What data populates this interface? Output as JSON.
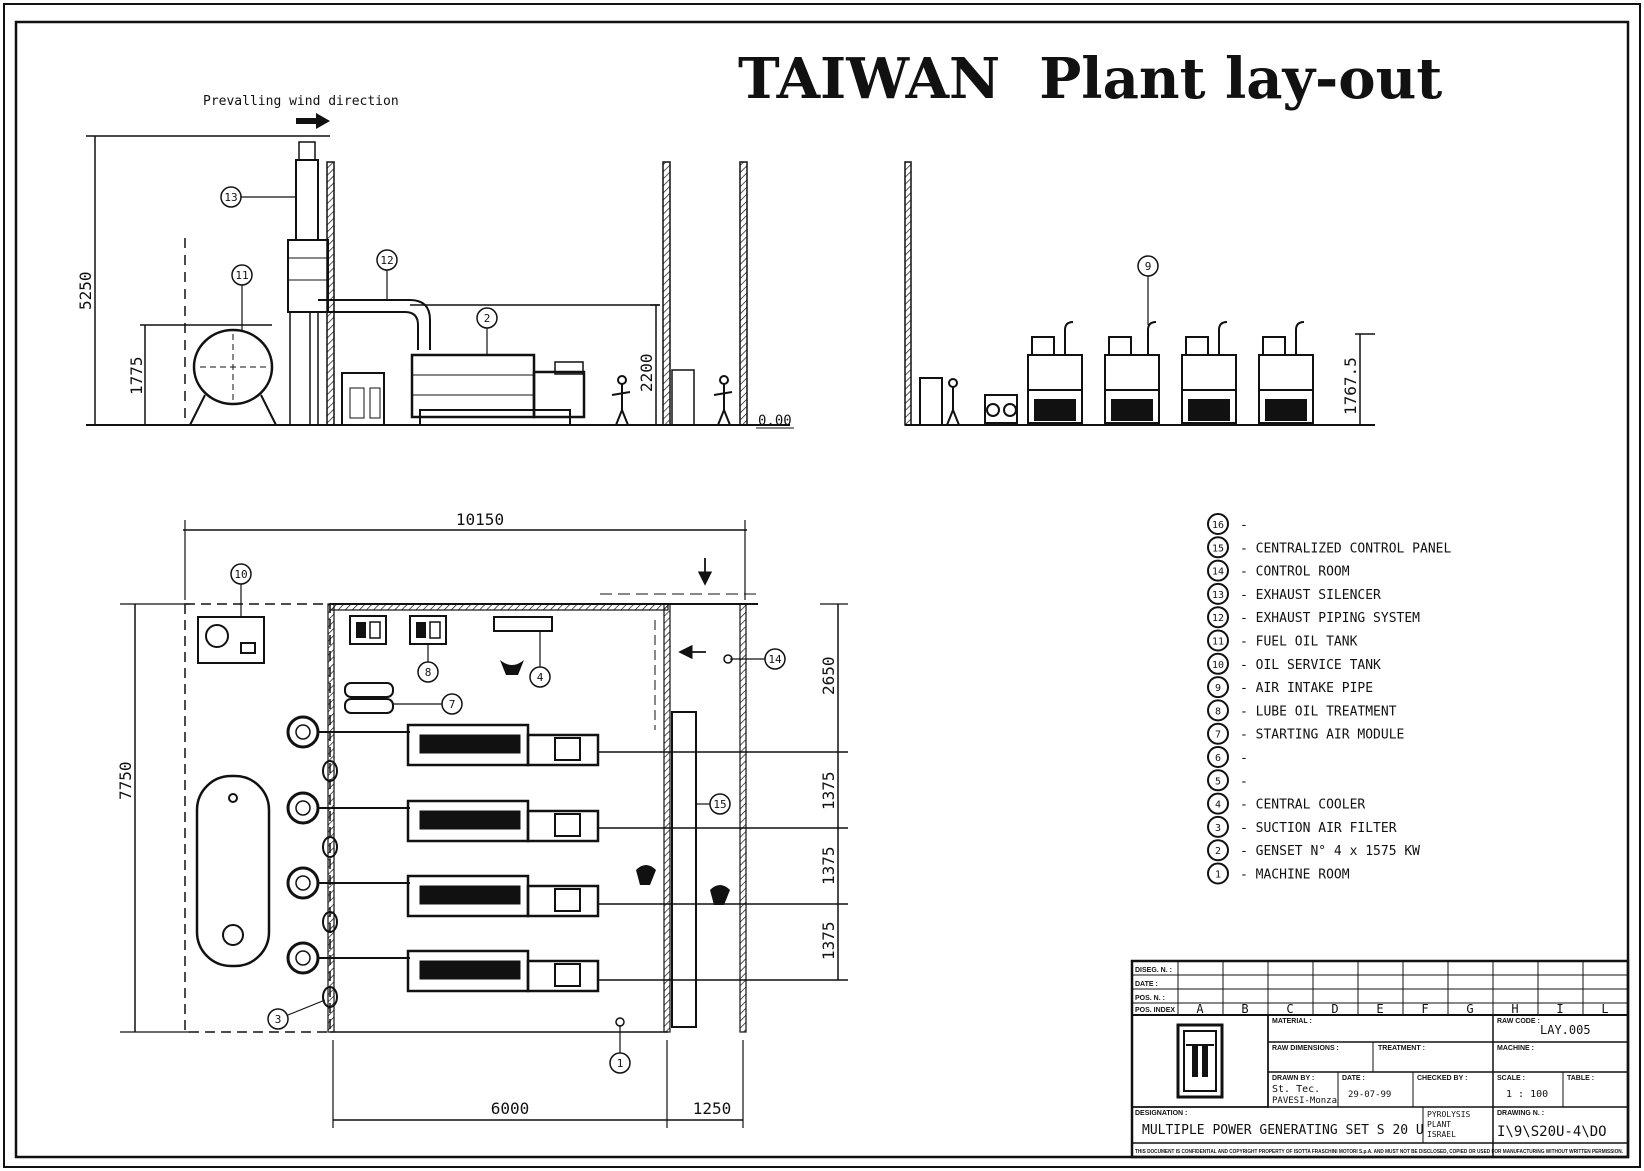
{
  "title": "TAIWAN  Plant lay-out",
  "wind_label": "Prevalling wind direction",
  "elevation": {
    "dim_5250": "5250",
    "dim_1775": "1775",
    "dim_2200": "2200",
    "level_000": "0.00",
    "dim_1767": "1767.5",
    "callouts": [
      "13",
      "12",
      "11",
      "2",
      "9"
    ]
  },
  "plan": {
    "dim_10150": "10150",
    "dim_7750": "7750",
    "dim_2650": "2650",
    "dim_1375_a": "1375",
    "dim_1375_b": "1375",
    "dim_1375_c": "1375",
    "dim_6000": "6000",
    "dim_1250": "1250",
    "callouts": [
      "10",
      "8",
      "4",
      "14",
      "7",
      "15",
      "3",
      "1"
    ]
  },
  "legend": [
    {
      "num": "16",
      "text": "-"
    },
    {
      "num": "15",
      "text": "- CENTRALIZED CONTROL PANEL"
    },
    {
      "num": "14",
      "text": "- CONTROL ROOM"
    },
    {
      "num": "13",
      "text": "- EXHAUST SILENCER"
    },
    {
      "num": "12",
      "text": "- EXHAUST PIPING SYSTEM"
    },
    {
      "num": "11",
      "text": "- FUEL OIL TANK"
    },
    {
      "num": "10",
      "text": "- OIL SERVICE TANK"
    },
    {
      "num": "9",
      "text": "- AIR INTAKE PIPE"
    },
    {
      "num": "8",
      "text": "- LUBE OIL TREATMENT"
    },
    {
      "num": "7",
      "text": "- STARTING AIR MODULE"
    },
    {
      "num": "6",
      "text": "-"
    },
    {
      "num": "5",
      "text": "-"
    },
    {
      "num": "4",
      "text": "- CENTRAL COOLER"
    },
    {
      "num": "3",
      "text": "- SUCTION AIR FILTER"
    },
    {
      "num": "2",
      "text": "- GENSET N° 4 x 1575 KW"
    },
    {
      "num": "1",
      "text": "- MACHINE ROOM"
    }
  ],
  "title_block": {
    "rev_labels": [
      "DISEG. N. :",
      "DATE :",
      "POS. N. :",
      "POS. INDEX"
    ],
    "columns": [
      "A",
      "B",
      "C",
      "D",
      "E",
      "F",
      "G",
      "H",
      "I",
      "L"
    ],
    "material_label": "MATERIAL :",
    "raw_code_label": "RAW CODE :",
    "raw_code": "LAY.005",
    "treatment_label": "RAW DIMENSIONS :",
    "treatment2_label": "TREATMENT :",
    "machine_label": "MACHINE :",
    "drawn_by_label": "DRAWN BY :",
    "drawn_by_1": "St. Tec.",
    "drawn_by_2": "PAVESI-Monza",
    "date_label": "DATE :",
    "date": "29-07-99",
    "checked_label": "CHECKED BY :",
    "scale_label": "SCALE :",
    "scale": "1 : 100",
    "table_label": "TABLE :",
    "designation_label": "DESIGNATION :",
    "designation": "MULTIPLE POWER GENERATING SET S 20 U",
    "project_1": "PYROLYSIS",
    "project_2": "PLANT",
    "project_3": "ISRAEL",
    "drawing_no_label": "DRAWING N. :",
    "drawing_no": "I\\9\\S20U-4\\DO",
    "footer": "THIS DOCUMENT IS CONFIDENTIAL AND COPYRIGHT PROPERTY OF ISOTTA FRASCHINI MOTORI S.p.A. AND MUST NOT BE DISCLOSED, COPIED OR USED FOR MANUFACTURING WITHOUT WRITTEN PERMISSION."
  }
}
